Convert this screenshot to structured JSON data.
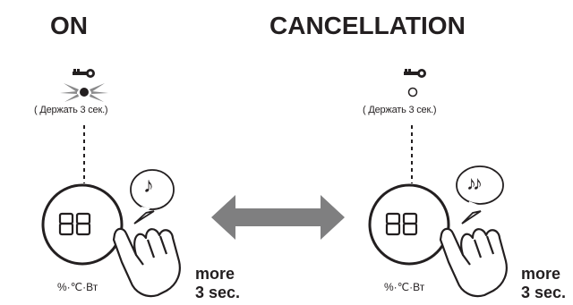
{
  "left_panel": {
    "heading": "ON",
    "hold_label": "( Держать 3 сек.)",
    "unit_label": "%·℃·Вт",
    "more_line1": "more",
    "more_line2": "3 sec.",
    "sound_note": "♪",
    "indicator": "lit"
  },
  "right_panel": {
    "heading": "CANCELLATION",
    "hold_label": "( Держать 3 сек.)",
    "unit_label": "%·℃·Вт",
    "more_line1": "more",
    "more_line2": "3 sec.",
    "sound_note": "♪♪",
    "indicator": "off"
  },
  "arrow": "double-headed",
  "colors": {
    "ink": "#231f20",
    "arrow": "#7f7f80",
    "background": "#ffffff"
  }
}
